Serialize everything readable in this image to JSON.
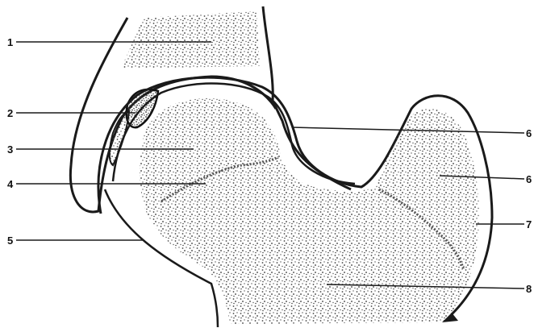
{
  "labels_left": [
    "1",
    "2",
    "3",
    "4",
    "5"
  ],
  "labels_right": [
    "6",
    "6",
    "7",
    "8"
  ],
  "colors": {
    "stroke": "#1a1a1a",
    "stipple": "#555555",
    "cartilage": "#222222"
  }
}
